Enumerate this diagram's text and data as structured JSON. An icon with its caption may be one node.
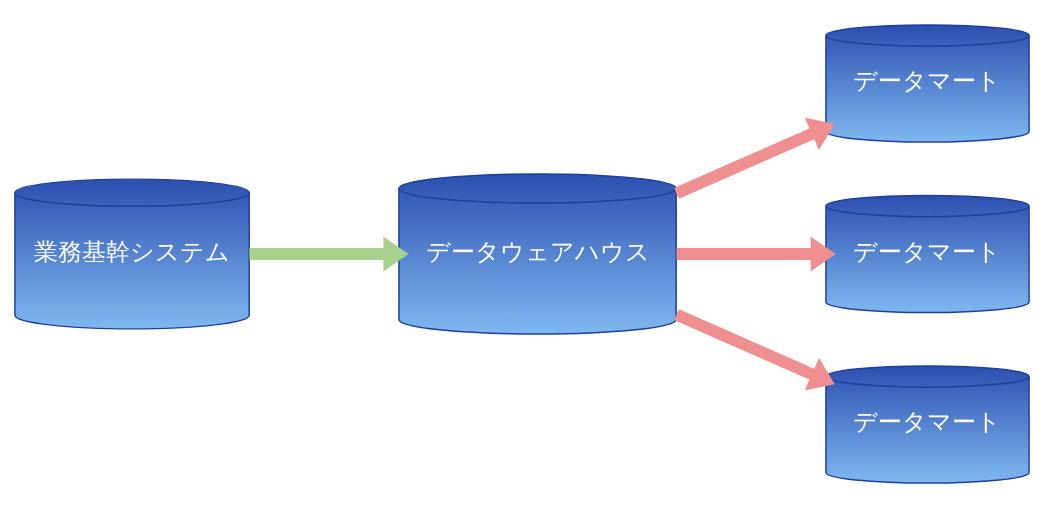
{
  "diagram": {
    "nodes": [
      {
        "text": [
          "業務基幹システム"
        ]
      },
      {
        "text": [
          "データウェアハウス"
        ]
      },
      {
        "text": [
          "データマート"
        ]
      },
      {
        "text": [
          "データマート"
        ]
      },
      {
        "text": [
          "データマート"
        ]
      }
    ],
    "edges": [
      {
        "from": 0,
        "to": 1,
        "arrow": "to",
        "color": "#a9d18e"
      },
      {
        "from": 1,
        "to": 2,
        "arrow": "to"
      },
      {
        "from": 1,
        "to": 3,
        "arrow": "to"
      },
      {
        "from": 1,
        "to": 4,
        "arrow": "to"
      }
    ]
  }
}
